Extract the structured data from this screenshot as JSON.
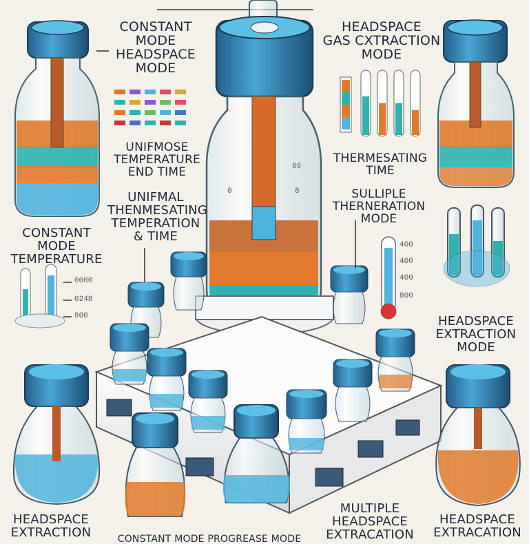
{
  "labels": {
    "top_left": "CONSTANT MODE\nHEADSPACE\nMODE",
    "top_right": "HEADSPACE\nGAS CXTRACTION\nMODE",
    "unifm_left": "UNIFMOSE\nTEMPERATURE\nEND TIME",
    "thermsating": "THERMESATING\nTIME",
    "unifmal": "UNIFMAL\nTHENMESATING\nTEMPERATION\n& TIME",
    "constant_temp": "CONSTANT MODE\nTEMPERATURE",
    "multiple_thermeration": "SULLIPLE\nTHERNERATION\nMODE",
    "headspace_right_mid": "HEADSPACE\nEXTRACTION\nMODE",
    "bottom_left": "HEADSPACE\nEXTRACTION",
    "bottom_center_left": "CONSTANT MODE  PROGREASE MODE",
    "bottom_center_right": "MULTIPLE\nHEADSPACE\nEXTRACATION",
    "bottom_right": "HEADSPACE\nEXTRACATION"
  },
  "gauge_left": [
    "0000",
    "0248",
    "800"
  ],
  "gauge_right": [
    "400",
    "400",
    "400",
    "800"
  ],
  "center_ticks": [
    "0",
    "6",
    "66"
  ],
  "colors": {
    "cap": "#3a8fbf",
    "orange": "#e07a2c",
    "teal": "#2fb3b0",
    "glass": "#dfeef2",
    "blue": "#4fb4dc"
  }
}
